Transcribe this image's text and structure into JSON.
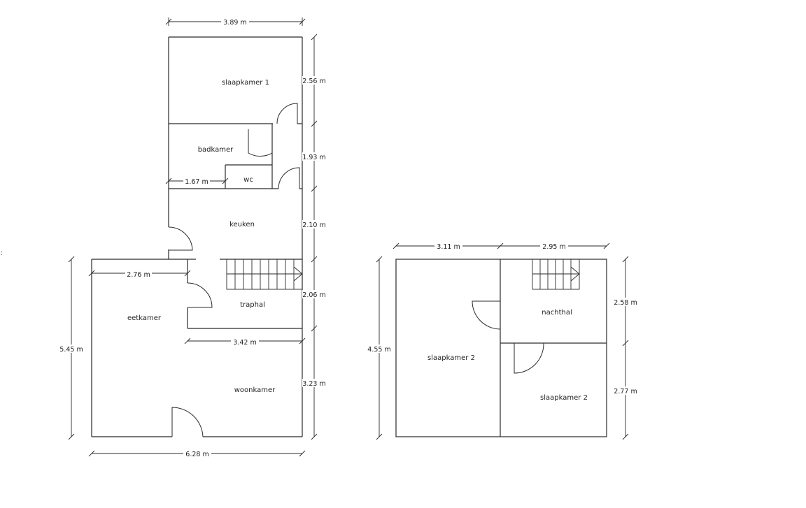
{
  "ground_floor": {
    "rooms": {
      "slaapkamer1": "slaapkamer 1",
      "badkamer": "badkamer",
      "wc": "wc",
      "keuken": "keuken",
      "traphal": "traphal",
      "eetkamer": "eetkamer",
      "woonkamer": "woonkamer"
    },
    "dimensions": {
      "top_width": "3.89 m",
      "slaapkamer1_height": "2.56 m",
      "badkamer_height": "1.93 m",
      "badkamer_width": "1.67 m",
      "keuken_height": "2.10 m",
      "traphal_height": "2.06 m",
      "eetkamer_width": "2.76 m",
      "total_height": "5.45 m",
      "traphal_width": "3.42 m",
      "woonkamer_height": "3.23 m",
      "bottom_width": "6.28 m"
    }
  },
  "first_floor": {
    "rooms": {
      "nachthal": "nachthal",
      "slaapkamer2_left": "slaapkamer 2",
      "slaapkamer2_right": "slaapkamer 2"
    },
    "dimensions": {
      "left_width": "3.11 m",
      "right_width": "2.95 m",
      "total_height": "4.55 m",
      "nachthal_height": "2.58 m",
      "slaapkamer2_right_height": "2.77 m"
    }
  },
  "margin_marker": ":"
}
